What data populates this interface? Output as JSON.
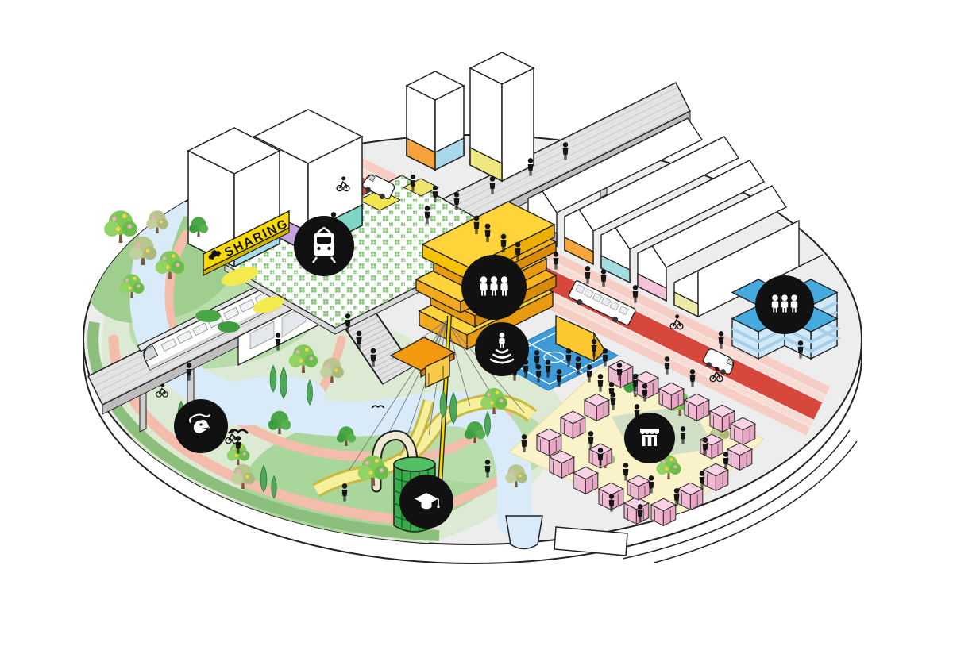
{
  "scene": {
    "type": "isometric urban district illustration",
    "shape": "circular platform disc with stepped rim",
    "background": "#ffffff"
  },
  "labels": {
    "sharing_sign": "SHARING"
  },
  "icon_badges": [
    {
      "name": "tram-icon",
      "meaning": "rail transit station",
      "location": "green station roof"
    },
    {
      "name": "community-icon",
      "meaning": "three people - housing community",
      "location": "yellow stacked slab building"
    },
    {
      "name": "event-icon",
      "meaning": "person on amphitheatre tiers - events",
      "location": "blue sports court"
    },
    {
      "name": "healthcare-icon",
      "meaning": "three people - care hub",
      "location": "blue cross-shaped building"
    },
    {
      "name": "market-icon",
      "meaning": "storefront - market and shops",
      "location": "pink market square"
    },
    {
      "name": "education-icon",
      "meaning": "graduation cap - learning",
      "location": "green lattice tower in park"
    },
    {
      "name": "bird-icon",
      "meaning": "bird - nature and biodiversity",
      "location": "river in the park"
    }
  ],
  "colors": {
    "disc_gray": "#ededed",
    "rim_white": "#ffffff",
    "road_red": "#d8473c",
    "cycle_lane_pink": "#fadbd2",
    "sidewalk_pink": "#f6cdc2",
    "path_pink": "#f3bcab",
    "river_blue": "#d9ebf8",
    "park_green": "#dcead3",
    "lawn_mid": "#b9dcab",
    "lawn_deep": "#9fce8f",
    "edge_green": "#8cbf7c",
    "court_blue": "#3e9bd8",
    "screen_yellow": "#fdc82f",
    "market_ground": "#faf2c8",
    "stall_pink": "#f1b9d2",
    "cross_blue": "#45aadd",
    "cross_side": "#cfe9f8",
    "slab_yellow": "#ffd43a",
    "slab_orange": "#f2a91e",
    "sign_yellow": "#f7d900",
    "canopy_orange": "#f2990f",
    "tower_green": "#3bab4e",
    "bridge_yellow": "#f6ef9e",
    "viaduct_gray": "#e3e3e3",
    "roof_dot_green": "#8cc87e",
    "badge_black": "#111111"
  },
  "features": {
    "transport": [
      "elevated light-rail viaduct with train",
      "station with green planted roof",
      "red transit lane with bus and two vans",
      "pink walking and cycling lanes with cyclists",
      "SHARING mobility-hub sign with car pictogram"
    ],
    "buildings": [
      "two white towers with orange, cyan and yellow plinths",
      "four white gabled halls with purple, orange, cyan, pink and yellow plinths",
      "yellow stacked slab housing block",
      "blue cross-shaped building",
      "white blocks with cyan, purple and teal plinths beside the SHARING sign"
    ],
    "public_space": [
      "blue sports court with yellow screen and crowd",
      "pink market stalls around a pale-yellow square with green centre",
      "curvy yellow cable-stayed footbridge with orange canopy and mast",
      "green lattice tower with cream slide tube",
      "winding river with pond and waterfall over the disc edge",
      "park with flowering trees, cypresses and pink loop paths"
    ]
  }
}
